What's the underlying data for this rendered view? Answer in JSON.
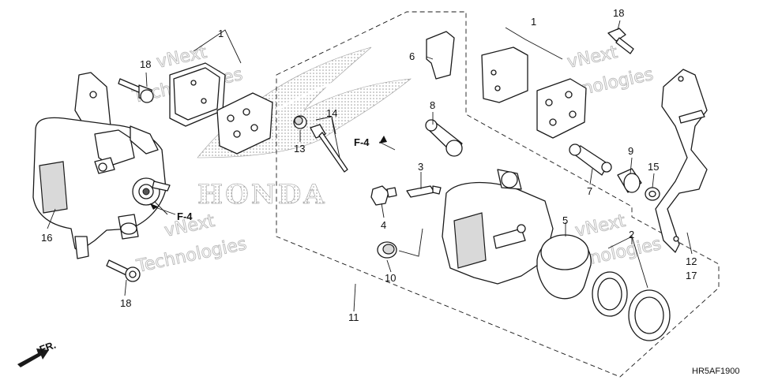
{
  "diagram": {
    "callouts": {
      "c1a": "1",
      "c1b": "1",
      "c2": "2",
      "c3": "3",
      "c4": "4",
      "c5": "5",
      "c6": "6",
      "c7": "7",
      "c8": "8",
      "c9": "9",
      "c10": "10",
      "c11": "11",
      "c12": "12",
      "c13": "13",
      "c14": "14",
      "c15": "15",
      "c16": "16",
      "c17": "17",
      "c18a": "18",
      "c18b": "18",
      "c18c": "18"
    },
    "refs": {
      "f4_left": "F-4",
      "f4_mid": "F-4"
    },
    "front_label": "FR.",
    "diagram_code": "HR5AF1900",
    "brand_logo_text": "HONDA",
    "watermarks": [
      "vNext",
      "Technologies"
    ],
    "colors": {
      "line": "#1a1a1a",
      "watermark": "#b9b9b9",
      "dots": "#9a9a9a"
    }
  }
}
